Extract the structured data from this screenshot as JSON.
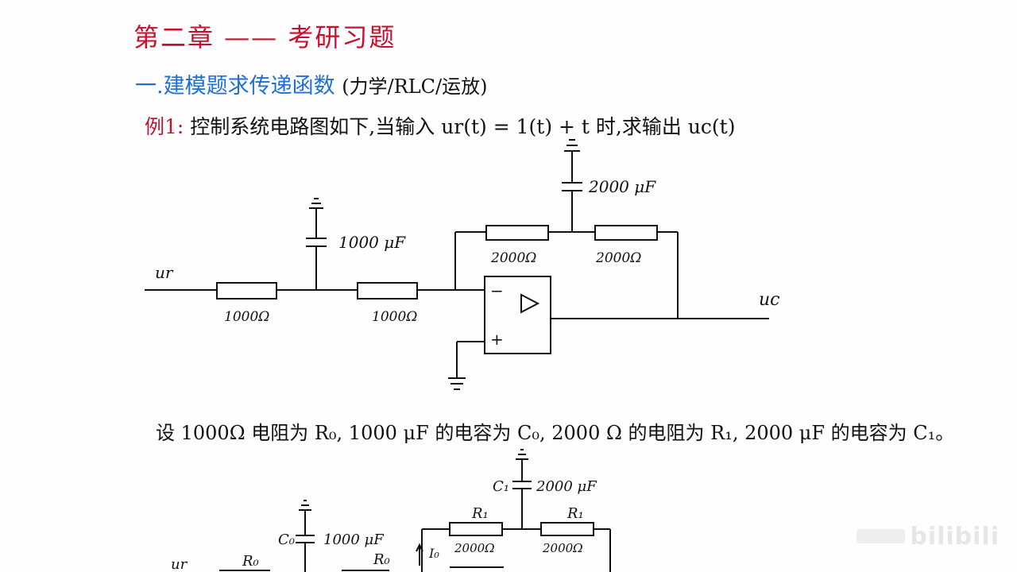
{
  "notes": {
    "title": "第二章 —— 考研习题",
    "section_heading": "一.建模题求传递函数",
    "section_note": "(力学/RLC/运放)",
    "example_label": "例1:",
    "example_text": "控制系统电路图如下,当输入 ur(t) = 1(t) + t 时,求输出 uc(t)",
    "assumption": "设 1000Ω 电阻为 R₀, 1000 μF 的电容为 C₀, 2000 Ω 的电阻为 R₁, 2000 μF 的电容为 C₁。"
  },
  "circuit1": {
    "input_label": "ur",
    "output_label": "uc",
    "r_in1": "1000Ω",
    "r_in2": "1000Ω",
    "c_shunt": "1000 μF",
    "r_fb1": "2000Ω",
    "r_fb2": "2000Ω",
    "c_fb": "2000 μF",
    "opamp_minus": "−",
    "opamp_plus": "+",
    "opamp_symbol": "▷"
  },
  "circuit2": {
    "input_label": "ur",
    "r0_a": "R₀",
    "r0_b": "R₀",
    "c0_label": "C₀",
    "c0_value": "1000 μF",
    "c1_label": "C₁",
    "c1_value": "2000 μF",
    "r1_a": "R₁",
    "r1_b": "R₁",
    "r1_a_value": "2000Ω",
    "r1_b_value": "2000Ω",
    "current_label": "I₀"
  },
  "watermark": {
    "text": "bilibili"
  }
}
